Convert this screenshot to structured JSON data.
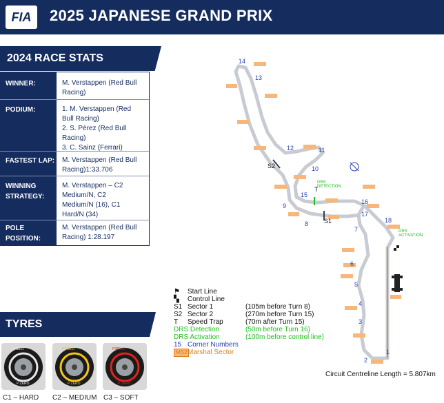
{
  "header": {
    "logo_text": "FIA",
    "title": "2025 JAPANESE GRAND PRIX"
  },
  "stats": {
    "title": "2024 RACE STATS",
    "rows": [
      {
        "label_lines": [
          "WINNER:"
        ],
        "value_lines": [
          "M. Verstappen (Red Bull",
          "Racing)"
        ]
      },
      {
        "label_lines": [
          "PODIUM:"
        ],
        "value_lines": [
          "1. M. Verstappen (Red",
          "Bull Racing)",
          "2. S. Pérez (Red Bull",
          "Racing)",
          "3. C. Sainz (Ferrari)"
        ]
      },
      {
        "label_lines": [
          "FASTEST LAP:"
        ],
        "value_lines": [
          "M. Verstappen (Red Bull",
          "Racing)1:33.706"
        ]
      },
      {
        "label_lines": [
          "WINNING",
          "STRATEGY:"
        ],
        "value_lines": [
          "M. Verstappen – C2",
          "Medium/N, C2",
          "Medium/N (16), C1",
          "Hard/N (34)"
        ]
      },
      {
        "label_lines": [
          "POLE",
          "POSITION:"
        ],
        "value_lines": [
          "M. Verstappen (Red Bull",
          "Racing) 1:28.197"
        ]
      }
    ]
  },
  "tyres": {
    "title": "TYRES",
    "items": [
      {
        "label": "C1 – HARD",
        "color": "#e6e6e6",
        "brand": "PIRELLI",
        "sidewall": "P ZERO"
      },
      {
        "label": "C2 – MEDIUM",
        "color": "#f5c518",
        "brand": "PIRELLI",
        "sidewall": "P ZERO"
      },
      {
        "label": "C3 – SOFT",
        "color": "#e2231a",
        "brand": "PIRELLI",
        "sidewall": "P ZERO"
      }
    ]
  },
  "legend": {
    "start_line": "Start Line",
    "control_line": "Control Line",
    "s1_key": "S1",
    "s1_name": "Sector 1",
    "s1_desc": "(105m before Turn 8)",
    "s2_key": "S2",
    "s2_name": "Sector 2",
    "s2_desc": "(270m before Turn 15)",
    "t_key": "T",
    "t_name": "Speed Trap",
    "t_desc": "(70m after Turn 15)",
    "drs_det_name": "DRS Detection",
    "drs_det_desc": "(50m before Turn 16)",
    "drs_act_name": "DRS Activation",
    "drs_act_desc": "(100m before control line)",
    "corner_key": "15",
    "corner_name": "Corner Numbers",
    "marshal_key": "MS2",
    "marshal_name": "Marshal Sector"
  },
  "track": {
    "turn_numbers": [
      "1",
      "2",
      "3",
      "4",
      "5",
      "6",
      "7",
      "8",
      "9",
      "10",
      "11",
      "12",
      "13",
      "14",
      "15",
      "16",
      "17",
      "18"
    ],
    "sector_labels": {
      "s1": "S1",
      "s2": "S2",
      "t": "T"
    },
    "drs_detection": "DRS DETECTION",
    "drs_activation": "DRS ACTIVATION",
    "centreline": "Circuit Centreline Length = 5.807km",
    "colors": {
      "track": "#c8ccd2",
      "drs": "#f28c28",
      "sector_line": "#3a3f4a",
      "green": "#1fbf1f",
      "blue": "#2a3fb5"
    }
  }
}
